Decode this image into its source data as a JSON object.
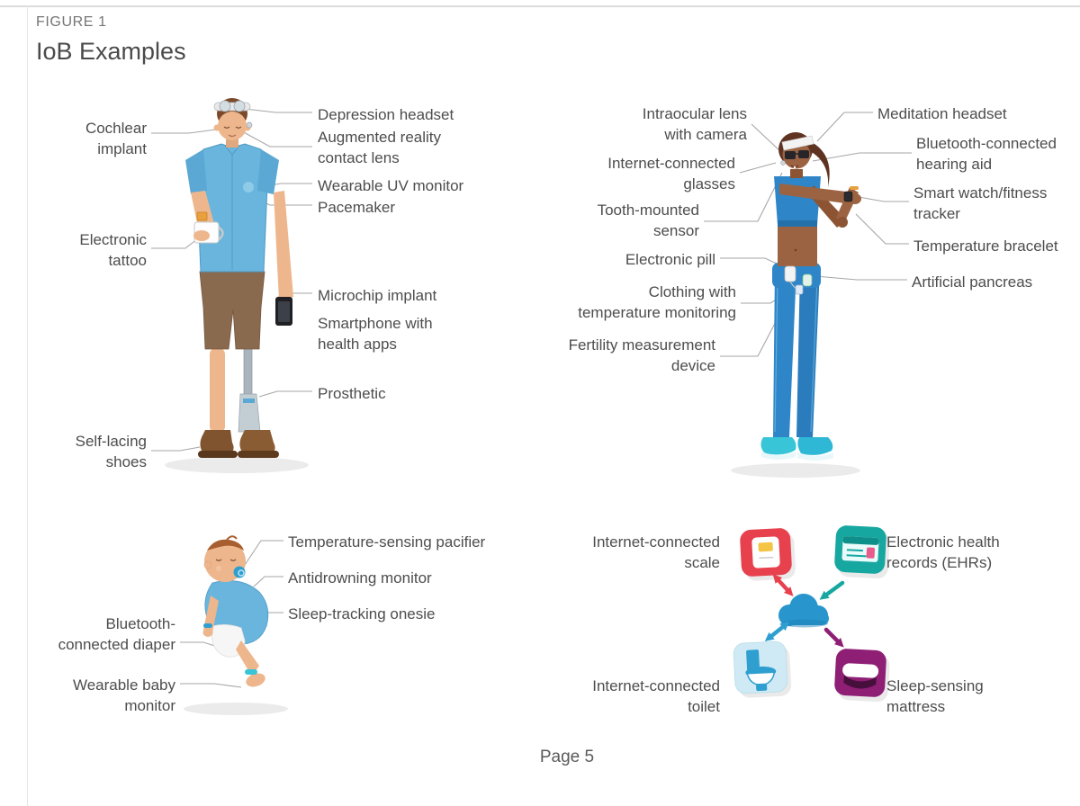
{
  "header": {
    "figure_label": "FIGURE 1",
    "title": "IoB Examples"
  },
  "footer": {
    "page_number": "Page 5"
  },
  "man": {
    "labels": {
      "cochlear_implant": "Cochlear\nimplant",
      "electronic_tattoo": "Electronic\ntattoo",
      "self_lacing_shoes": "Self-lacing\nshoes",
      "depression_headset": "Depression headset",
      "ar_contact_lens": "Augmented reality\ncontact lens",
      "uv_monitor": "Wearable UV monitor",
      "pacemaker": "Pacemaker",
      "microchip_implant": "Microchip implant",
      "smartphone_health_apps": "Smartphone with\nhealth apps",
      "prosthetic": "Prosthetic"
    }
  },
  "woman": {
    "labels": {
      "intraocular_lens": "Intraocular lens\nwith camera",
      "internet_glasses": "Internet-connected\nglasses",
      "tooth_sensor": "Tooth-mounted\nsensor",
      "electronic_pill": "Electronic pill",
      "clothing_temp": "Clothing with\ntemperature monitoring",
      "fertility_device": "Fertility measurement\ndevice",
      "meditation_headset": "Meditation headset",
      "bluetooth_hearing_aid": "Bluetooth-connected\nhearing aid",
      "smart_watch": "Smart watch/fitness\ntracker",
      "temperature_bracelet": "Temperature bracelet",
      "artificial_pancreas": "Artificial pancreas"
    }
  },
  "baby": {
    "labels": {
      "temp_pacifier": "Temperature-sensing pacifier",
      "antidrowning_monitor": "Antidrowning monitor",
      "sleep_onesie": "Sleep-tracking onesie",
      "bluetooth_diaper": "Bluetooth-\nconnected diaper",
      "wearable_baby_monitor": "Wearable baby\nmonitor"
    }
  },
  "connected_devices": {
    "labels": {
      "scale": "Internet-connected\nscale",
      "ehr": "Electronic health\nrecords (EHRs)",
      "toilet": "Internet-connected\ntoilet",
      "mattress": "Sleep-sensing\nmattress"
    },
    "colors": {
      "scale_tile": "#e8414e",
      "ehr_tile": "#17a7a1",
      "toilet_tile": "#cfeaf4",
      "toilet_icon": "#2f9fd0",
      "mattress_tile": "#8e1f75",
      "cloud": "#2896cc"
    }
  }
}
